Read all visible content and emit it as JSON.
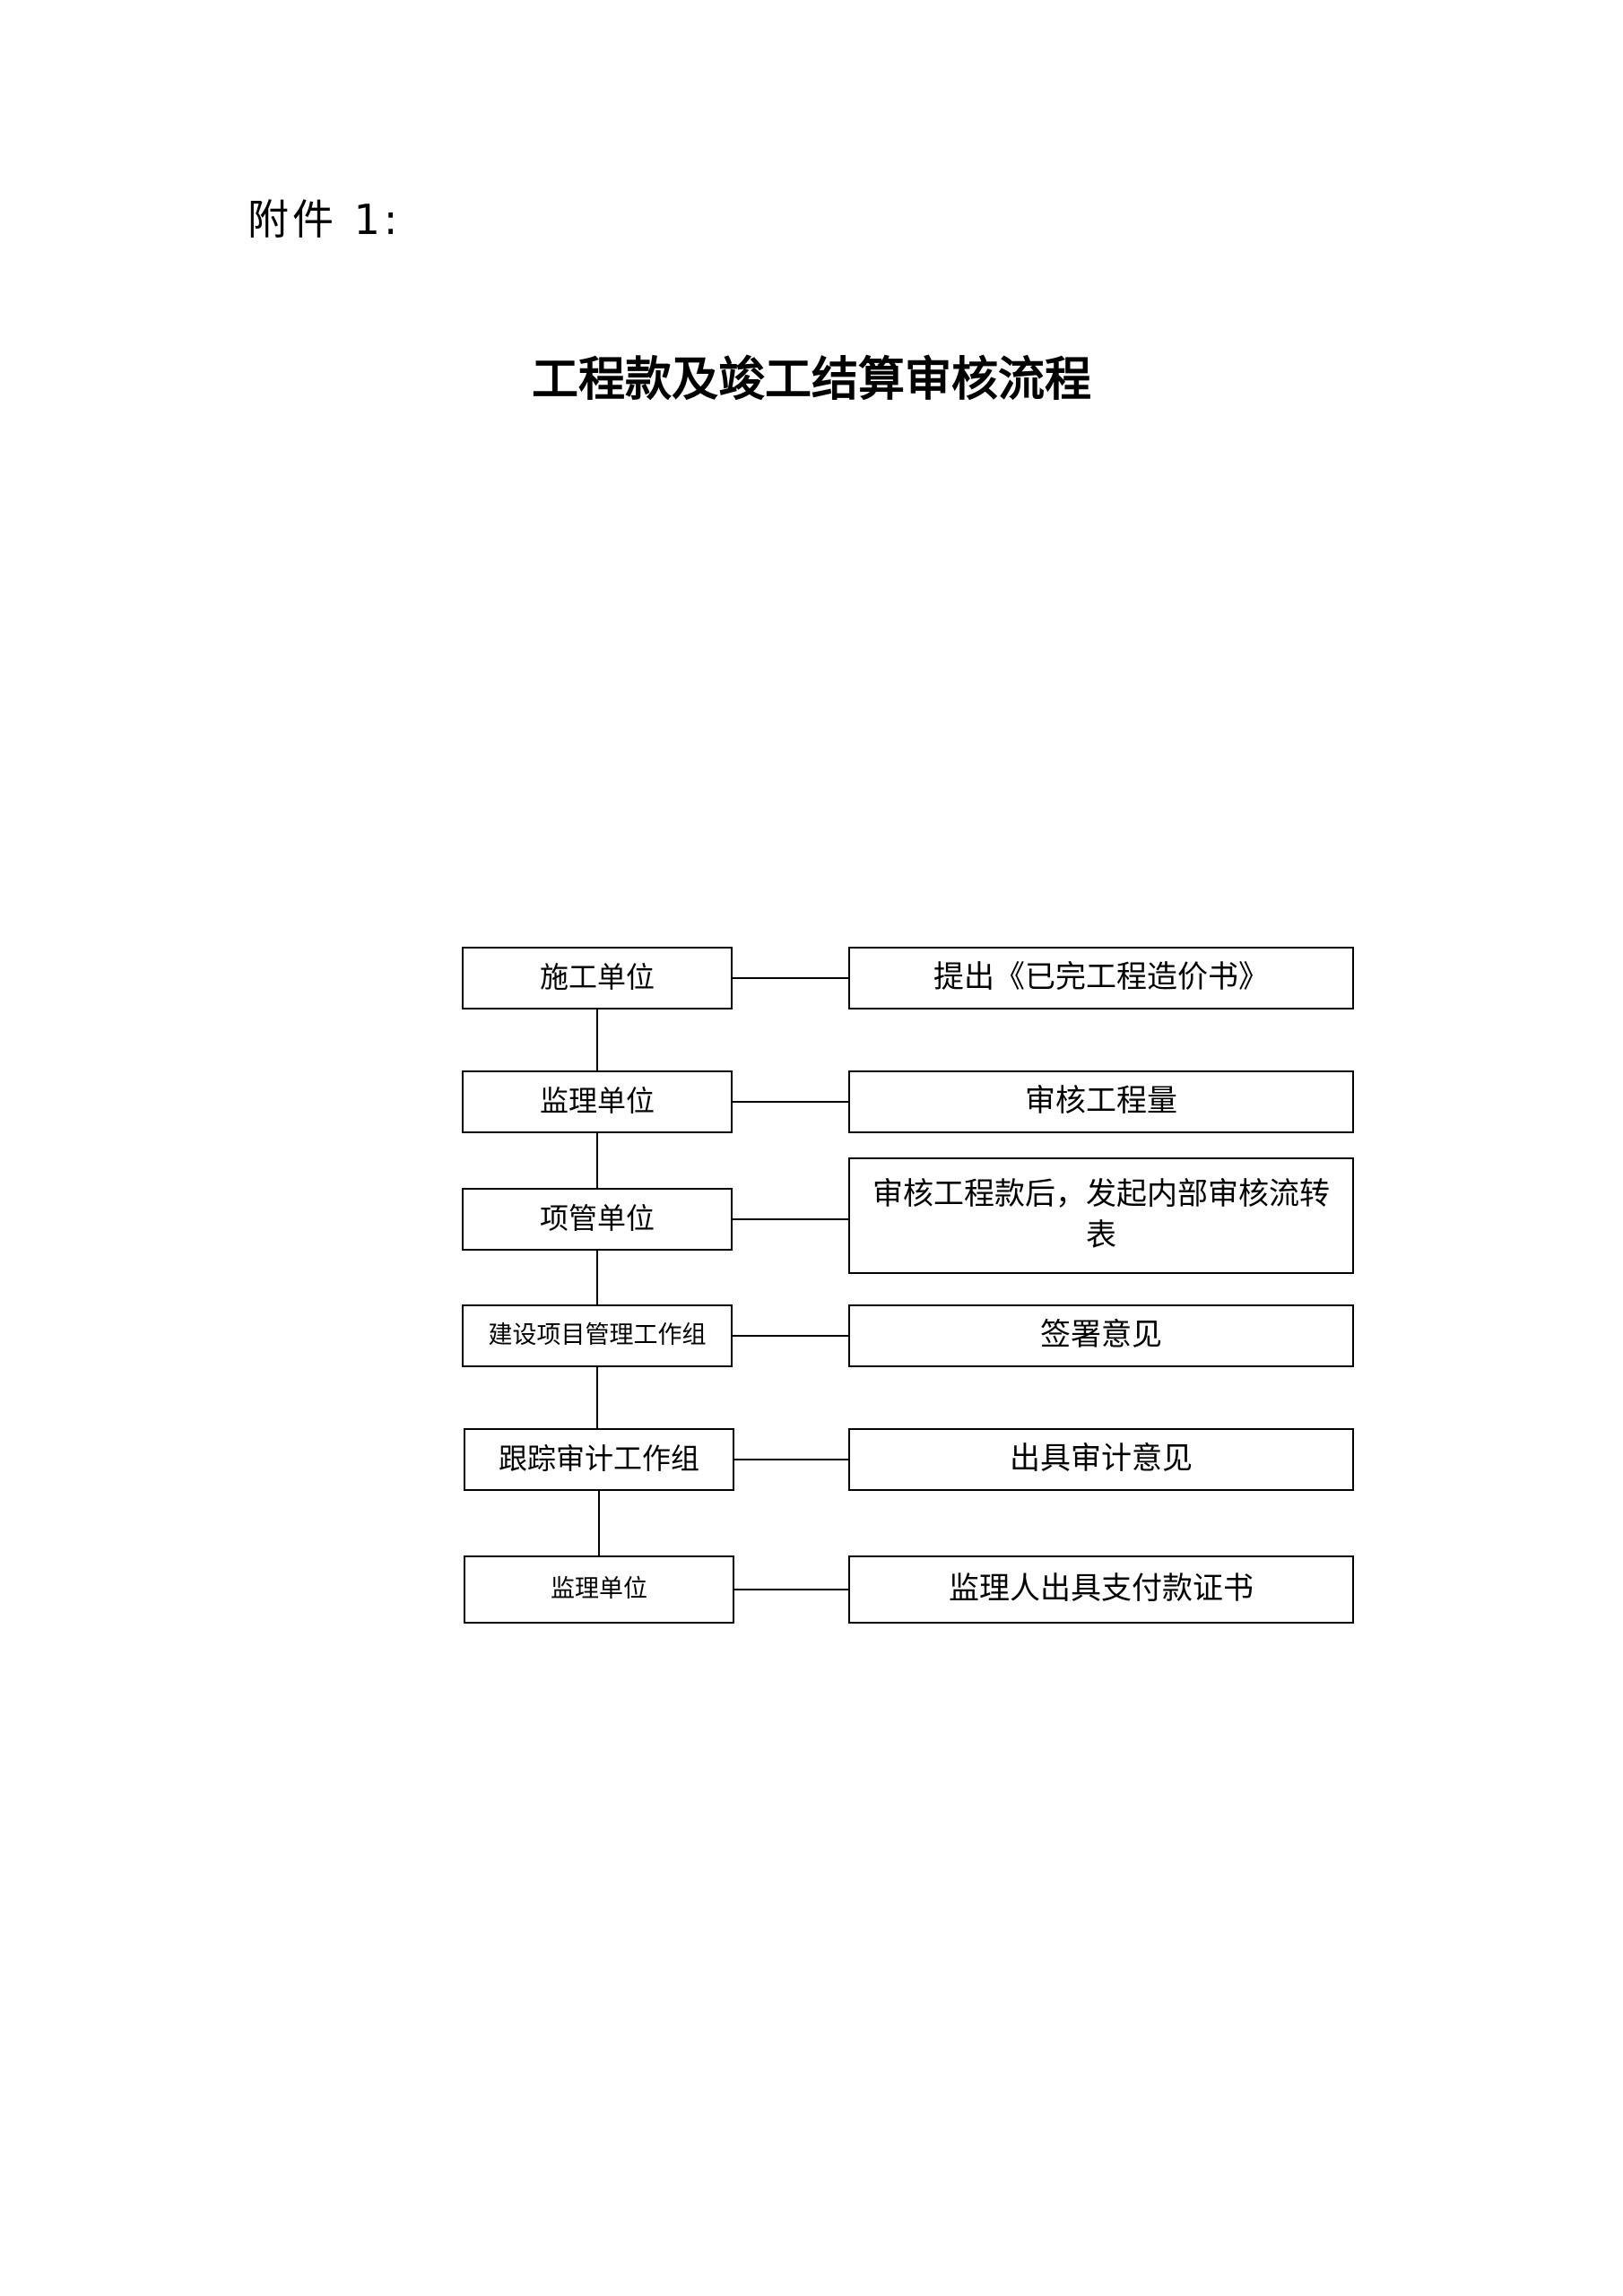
{
  "header": {
    "attachment_label": "附件 1:",
    "title": "工程款及竣工结算审核流程"
  },
  "flow": {
    "units": [
      "施工单位",
      "监理单位",
      "项管单位",
      "建设项目管理工作组",
      "跟踪审计工作组",
      "监理单位"
    ],
    "actions": [
      "提出《已完工程造价书》",
      "审核工程量",
      "审核工程款后，发起内部审核流转表",
      "签署意见",
      "出具审计意见",
      "监理人出具支付款证书"
    ]
  }
}
